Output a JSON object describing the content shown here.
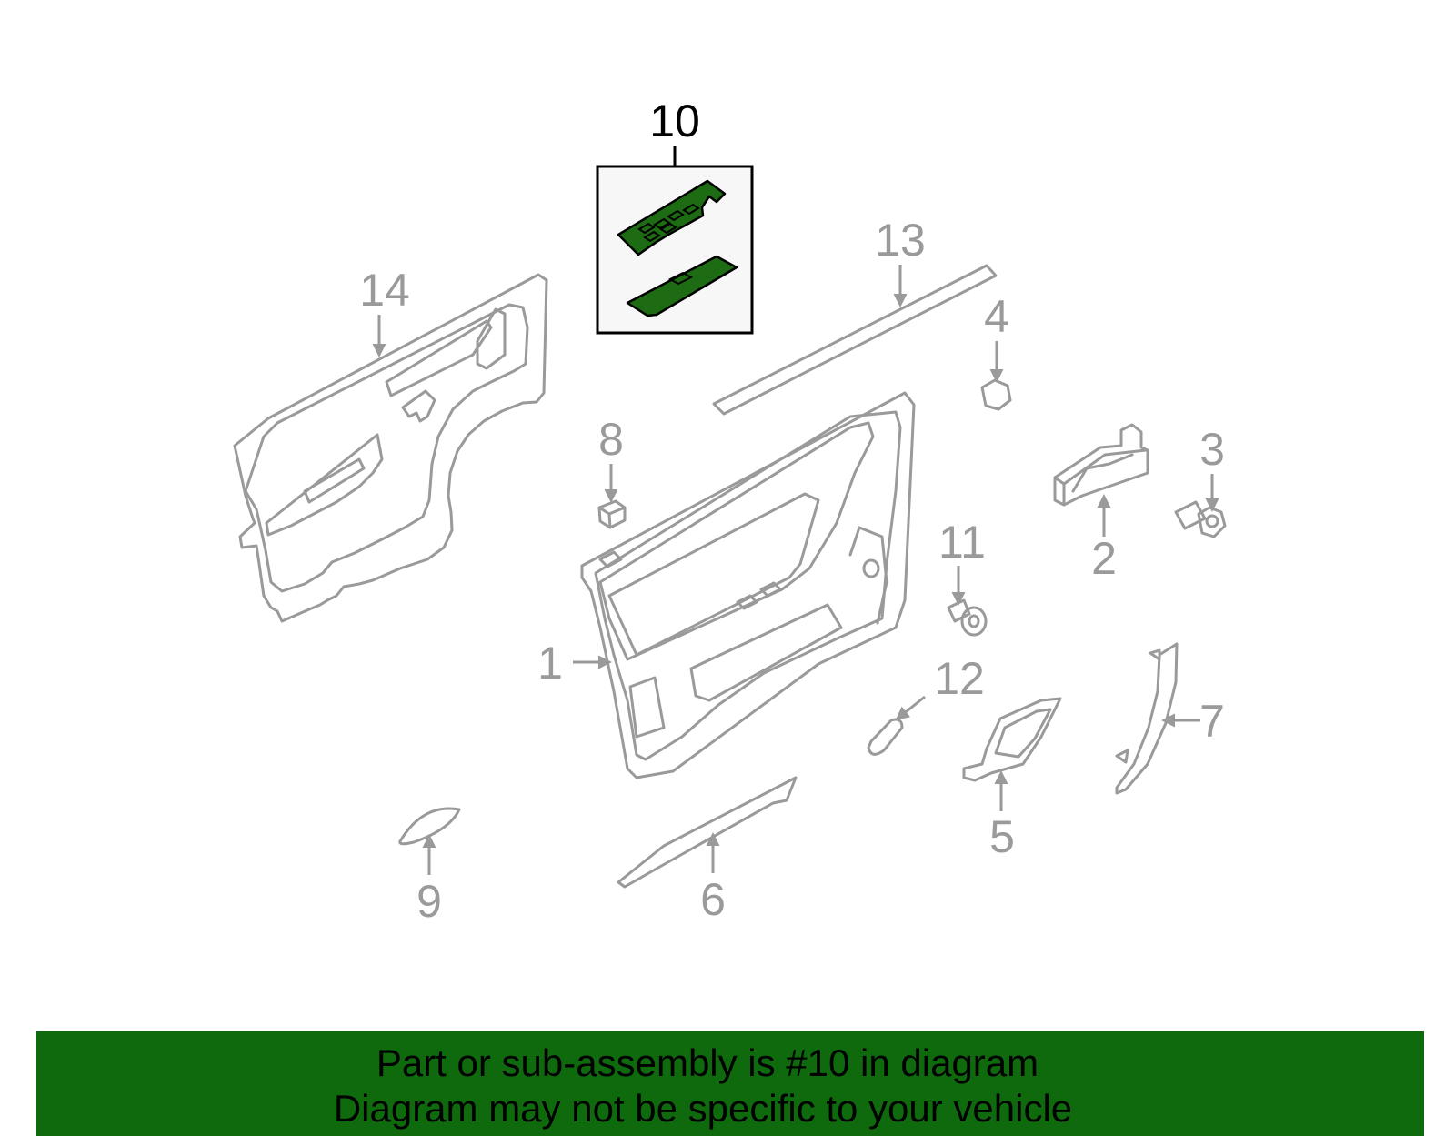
{
  "diagram": {
    "highlighted_part": "10",
    "callouts": [
      "1",
      "2",
      "3",
      "4",
      "5",
      "6",
      "7",
      "8",
      "9",
      "10",
      "11",
      "12",
      "13",
      "14"
    ]
  },
  "colors": {
    "highlight": "#1d6b12",
    "banner": "#0e6a0c",
    "part_outline": "#9a9a9a"
  },
  "banner": {
    "line1": "Part or sub-assembly is #10 in diagram",
    "line2": "Diagram may not be specific to your vehicle"
  }
}
